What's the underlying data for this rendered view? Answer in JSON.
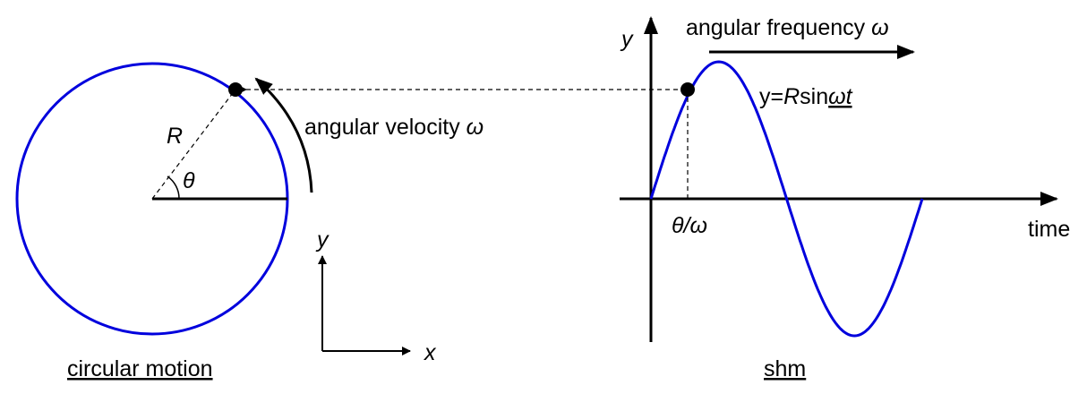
{
  "circle": {
    "radius_label": "R",
    "angle_label": "θ",
    "velocity_label": "angular velocity ",
    "omega": "ω",
    "caption": "circular motion"
  },
  "axes_small": {
    "x_label": "x",
    "y_label": "y"
  },
  "graph": {
    "y_axis_label": "y",
    "x_axis_label": "time",
    "frequency_label": "angular frequency ",
    "omega": "ω",
    "tick_label": "θ/ω",
    "eq_prefix": "y=",
    "eq_R": "R",
    "eq_sin": "sin",
    "eq_wt": "ωt",
    "caption": "shm"
  },
  "colors": {
    "curve": "#0000dd",
    "ink": "#000000"
  }
}
